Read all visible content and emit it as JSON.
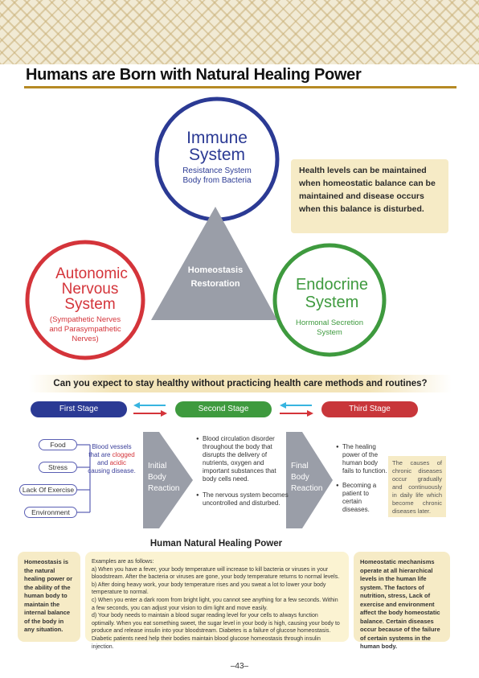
{
  "header": {
    "title": "Humans are Born with Natural Healing Power"
  },
  "diagram": {
    "immune": {
      "title_1": "Immune",
      "title_2": "System",
      "sub_1": "Resistance System",
      "sub_2": "Body from Bacteria"
    },
    "autonomic": {
      "title_1": "Autonomic",
      "title_2": "Nervous",
      "title_3": "System",
      "sub_1": "(Sympathetic Nerves",
      "sub_2": "and Parasympathetic",
      "sub_3": "Nerves)"
    },
    "endocrine": {
      "title_1": "Endocrine",
      "title_2": "System",
      "sub_1": "Hormonal Secretion",
      "sub_2": "System"
    },
    "triangle": {
      "line_1": "Homeostasis",
      "line_2": "Restoration"
    },
    "colors": {
      "immune": "#2b3a94",
      "autonomic": "#d4343a",
      "endocrine": "#3e9a3e",
      "triangle": "#9a9ea8"
    }
  },
  "info_box": {
    "text": "Health levels can be maintained when homeostatic balance can be maintained and disease occurs when this balance is disturbed."
  },
  "question": {
    "text": "Can you expect to stay healthy without practicing health care methods and routines?"
  },
  "stages": {
    "first": "First Stage",
    "second": "Second Stage",
    "third": "Third Stage"
  },
  "factors": {
    "food": "Food",
    "stress": "Stress",
    "exercise": "Lack Of Exercise",
    "environment": "Environment"
  },
  "blood_vessels": {
    "part_1": "Blood vessels that are ",
    "clogged": "clogged",
    "part_2": " and ",
    "acidic": "acidic",
    "part_3": " causing disease."
  },
  "reactions": {
    "initial_1": "Initial",
    "initial_2": "Body",
    "initial_3": "Reaction",
    "final_1": "Final",
    "final_2": "Body",
    "final_3": "Reaction"
  },
  "second_stage_bullets": [
    "Blood circulation disorder throughout the body that disrupts the delivery of nutrients, oxygen and important substances that body cells need.",
    "The nervous system becomes uncontrolled and disturbed."
  ],
  "third_stage_bullets": [
    "The healing power of the human body fails to function.",
    "Becoming a patient to certain diseases."
  ],
  "chronic_box": {
    "text": "The causes of chronic diseases occur gradually and continuously in daily life which become chronic diseases later."
  },
  "healing_title": "Human Natural Healing Power",
  "bottom": {
    "left": "Homeostasis is the natural healing power or the ability of the human body to maintain the internal balance of the body in any situation.",
    "mid": [
      "Examples are as follows:",
      "a) When you have a fever, your body temperature will increase to kill bacteria or viruses in your bloodstream. After the bacteria or viruses are gone, your body temperature returns to normal levels.",
      "b) After doing heavy work, your body temperature rises and you sweat a lot to lower your body temperature to normal.",
      "c) When you enter a dark room from bright light, you cannot see anything for a few seconds. Within a few seconds, you can adjust your vision to dim light and move easily.",
      "d) Your body needs to maintain a blood sugar reading level for your cells to always function optimally. When you eat something sweet, the sugar level in your body is high, causing your body to produce and release insulin into your bloodstream. Diabetes is a failure of glucose homeostasis. Diabetic patients need help their bodies maintain blood glucose homeostasis through insulin injection."
    ],
    "right": "Homeostatic mechanisms operate at all hierarchical levels in the human life system. The factors of nutrition, stress, Lack of exercise and environment affect the body homeostatic balance. Certain diseases occur because of the failure of certain systems in the human body."
  },
  "page_number": "–43–"
}
